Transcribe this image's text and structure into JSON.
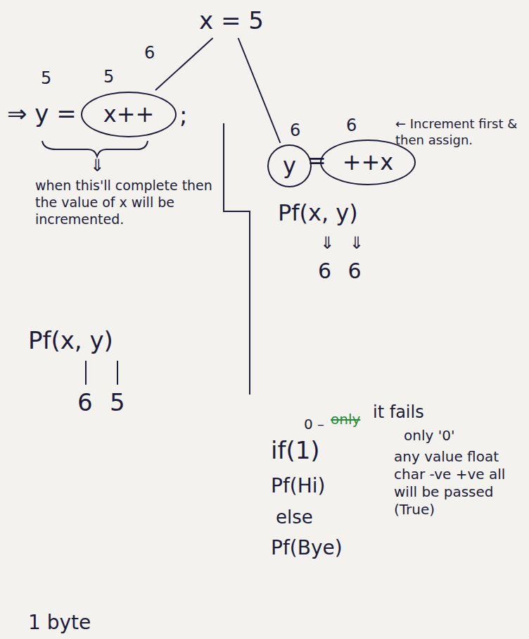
{
  "diagram": {
    "nodes": [
      {
        "text": [
          "x = 5"
        ]
      },
      {
        "text": [
          "x++"
        ]
      },
      {
        "text": [
          "y"
        ]
      },
      {
        "text": [
          "++x"
        ]
      }
    ],
    "edges": [
      {
        "from": 0,
        "to": 1,
        "arrow": "none"
      },
      {
        "from": 0,
        "to": 2,
        "arrow": "none"
      }
    ],
    "labels": [
      "6",
      "⇒ y =",
      ";",
      "5",
      "5",
      "⇓",
      "when this'll complete then the value of x will be incremented.",
      "Pf(x, y)",
      "6",
      "5",
      "6",
      "6",
      "=",
      "← Increment first & then assign.",
      "Pf(x, y)",
      "⇓ ⇓",
      "6 6",
      "0 –",
      "only",
      "it fails",
      "if(1)",
      "Pf(Hi)",
      "else",
      "Pf(Bye)",
      "only '0'",
      "any value float char -ve +ve all will be passed (True)",
      "1 byte"
    ]
  }
}
